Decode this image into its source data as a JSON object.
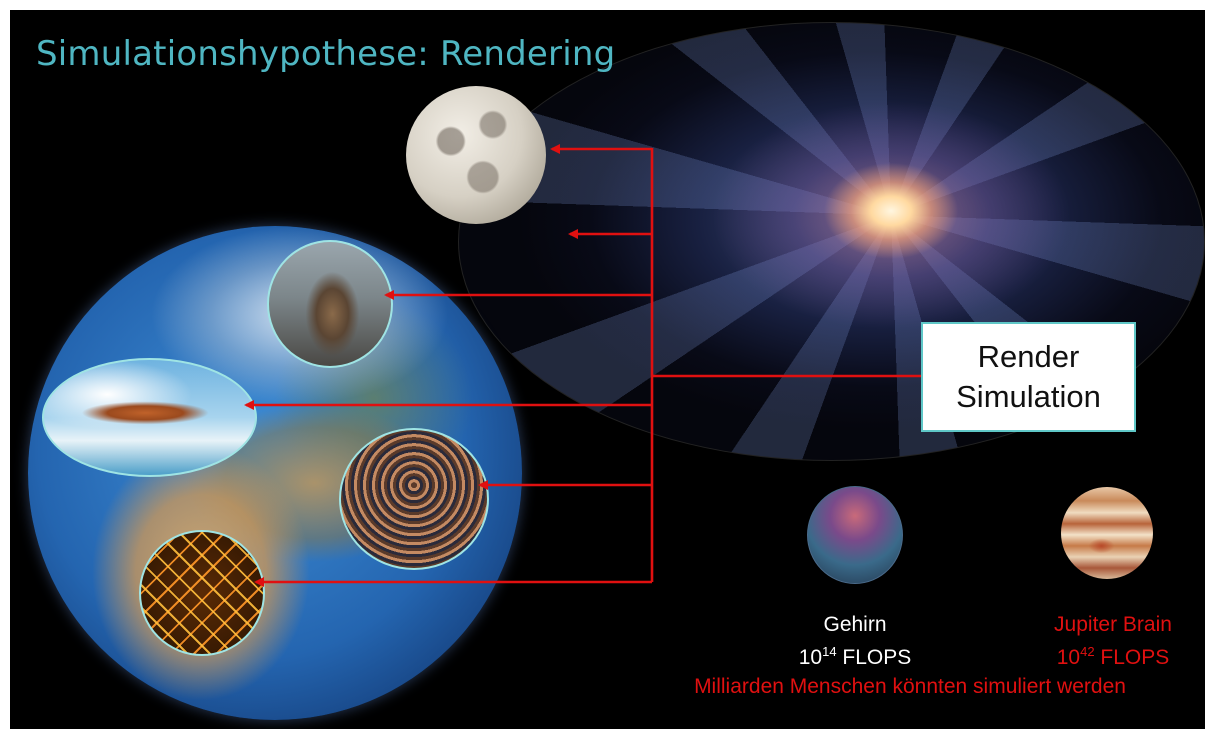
{
  "slide": {
    "title": "Simulationshypothese: Rendering",
    "render_box": {
      "line1": "Render",
      "line2": "Simulation"
    },
    "brain": {
      "name": "Gehirn",
      "flops_base": "10",
      "flops_exp": "14",
      "flops_unit": "FLOPS"
    },
    "jupiter": {
      "name": "Jupiter Brain",
      "flops_base": "10",
      "flops_exp": "42",
      "flops_unit": "FLOPS"
    },
    "conclusion": "Milliarden Menschen könnten simuliert werden"
  },
  "colors": {
    "title": "#4fb6c2",
    "arrow": "#e01010",
    "box_border": "#5fc7c7",
    "highlight_text": "#e01010"
  },
  "icons": [
    "moon-image",
    "galaxy-image",
    "earth-image",
    "roman-soldier-image",
    "biplane-image",
    "crowd-image",
    "golden-lattice-image",
    "brain-icon",
    "jupiter-icon"
  ]
}
